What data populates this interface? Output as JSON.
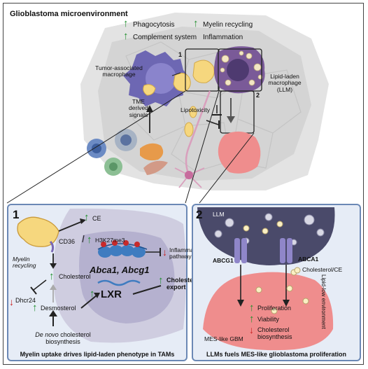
{
  "top": {
    "title": "Glioblastoma microenvironment",
    "phagocytosis": "Phagocytosis",
    "complement": "Complement system",
    "myelin_recycling": "Myelin recycling",
    "inflammation": "Inflammation",
    "tam": "Tumor-associated macrophage",
    "llm": "Lipid-laden macrophage (LLM)",
    "tme": "TME derived signals",
    "lipotoxicity": "Lipotoxicity",
    "box1": "1",
    "box2": "2"
  },
  "panel1": {
    "num": "1",
    "ce": "CE",
    "cd36": "CD36",
    "myelin_recycling": "Myelin recycling",
    "h3k27me3": "H3K27me3",
    "inflammatory": "Inflammatory pathways",
    "abca": "Abca1, Abcg1",
    "cholesterol": "Cholesterol",
    "cholesterol_export": "Cholesterol export",
    "dhcr24": "Dhcr24",
    "desmosterol": "Desmosterol",
    "lxr": "LXR",
    "denovo_italic": "De novo",
    "denovo_rest": "cholesterol biosynthesis",
    "caption": "Myelin uptake drives lipid-laden phenotype in TAMs"
  },
  "panel2": {
    "num": "2",
    "llm": "LLM",
    "lipid_low": "Lipid-low environment",
    "abcg1": "ABCG1",
    "abca1": "ABCA1",
    "chol_ce": "Cholesterol/CE",
    "proliferation": "Proliferation",
    "viability": "Viability",
    "chol_bio": "Cholesterol biosynthesis",
    "mes": "MES-like GBM",
    "caption": "LLMs fuels MES-like glioblastoma proliferation"
  },
  "colors": {
    "up_arrow": "#1f8f2c",
    "down_arrow": "#c91f1f",
    "panel_border": "#6b88b5",
    "tam_purple": "#6d67b3",
    "llm_purple": "#7a5a98",
    "tumor_red": "#ef8d8d",
    "lipid_yellow": "#f6d77e"
  }
}
